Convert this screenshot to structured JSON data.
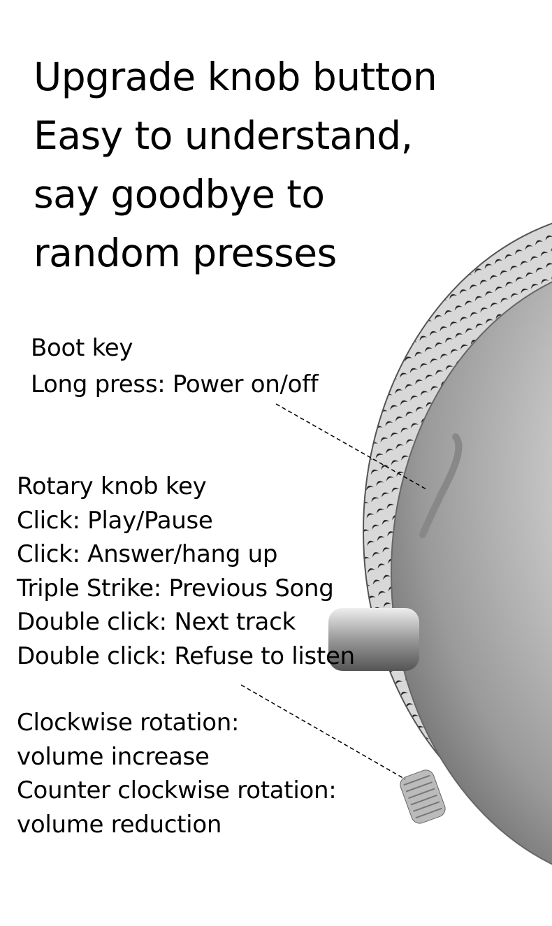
{
  "headline": {
    "lines": [
      "Upgrade knob button",
      "Easy to understand,",
      "say goodbye to",
      "random presses"
    ]
  },
  "boot_key": {
    "title": "Boot key",
    "lines": [
      "Long press: Power on/off"
    ]
  },
  "rotary_key": {
    "title": "Rotary knob key",
    "lines": [
      "Click: Play/Pause",
      "Click: Answer/hang up",
      "Triple Strike: Previous Song",
      "Double click: Next track",
      "Double click: Refuse to listen"
    ]
  },
  "rotation": {
    "lines": [
      "Clockwise rotation:",
      "volume increase",
      "Counter clockwise rotation:",
      "volume reduction"
    ]
  },
  "colors": {
    "text": "#000000",
    "background": "#ffffff",
    "shell": "#b8b8b8"
  }
}
